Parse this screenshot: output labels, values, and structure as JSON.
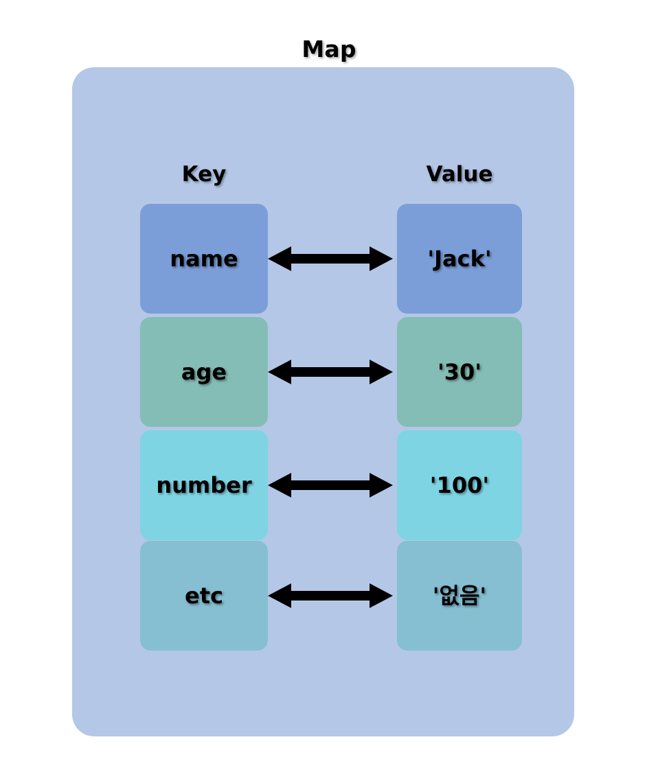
{
  "diagram": {
    "title": "Map",
    "panel_color": "#b4c7e7",
    "background_color": "#ffffff",
    "columns": {
      "key_header": "Key",
      "value_header": "Value"
    },
    "arrow_icon": "double-headed-arrow-icon",
    "arrow_color": "#000000",
    "rows": [
      {
        "key": "name",
        "value": "'Jack'",
        "color": "#7b9ed9"
      },
      {
        "key": "age",
        "value": "'30'",
        "color": "#84bdb5"
      },
      {
        "key": "number",
        "value": "'100'",
        "color": "#7fd4e3"
      },
      {
        "key": "etc",
        "value": "'없음'",
        "color": "#86bfd2"
      }
    ]
  }
}
